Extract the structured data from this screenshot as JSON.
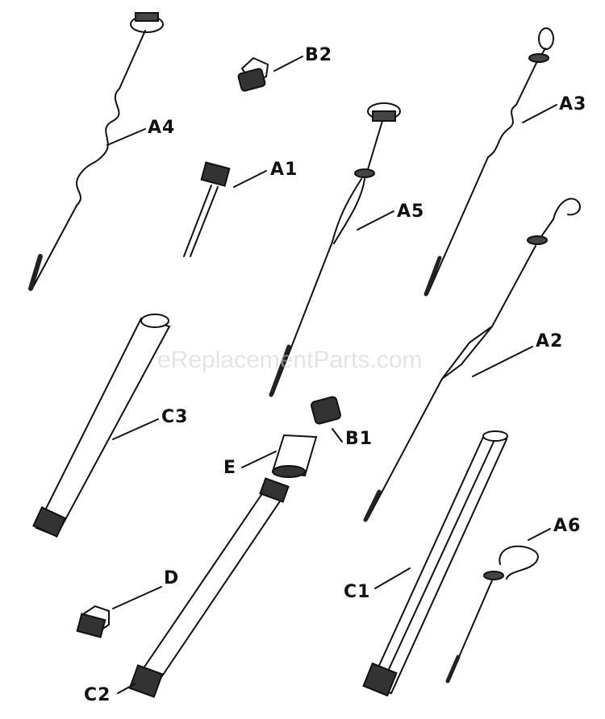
{
  "watermark": "eReplacementParts.com",
  "labels": {
    "A4": "A4",
    "B2": "B2",
    "A1": "A1",
    "A5": "A5",
    "A3": "A3",
    "A2": "A2",
    "C3": "C3",
    "B1": "B1",
    "E": "E",
    "D": "D",
    "C1": "C1",
    "A6": "A6",
    "C2": "C2"
  },
  "colors": {
    "ink": "#111111",
    "paper": "#ffffff"
  }
}
